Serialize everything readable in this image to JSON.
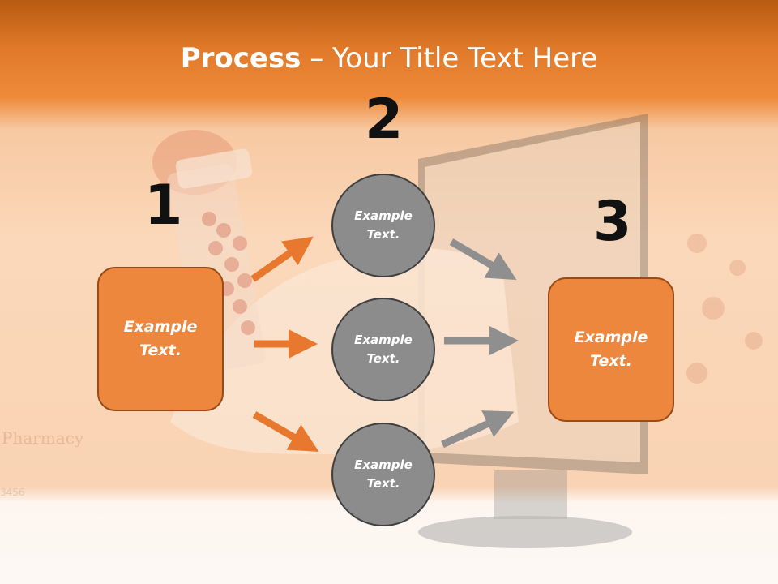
{
  "title": {
    "bold": "Process",
    "rest": " – Your Title Text Here"
  },
  "steps": [
    {
      "number": "1",
      "text_line1": "Example",
      "text_line2": "Text."
    },
    {
      "number": "2"
    },
    {
      "number": "3",
      "text_line1": "Example",
      "text_line2": "Text."
    }
  ],
  "circles": [
    {
      "line1": "Example",
      "line2": "Text."
    },
    {
      "line1": "Example",
      "line2": "Text."
    },
    {
      "line1": "Example",
      "line2": "Text."
    }
  ],
  "background": {
    "label": "Pharmacy",
    "code": "3456"
  },
  "colors": {
    "orange": "#ec873d",
    "grey": "#8c8c8c",
    "orange_arrow": "#e8782e",
    "grey_arrow": "#8f8f8f"
  }
}
